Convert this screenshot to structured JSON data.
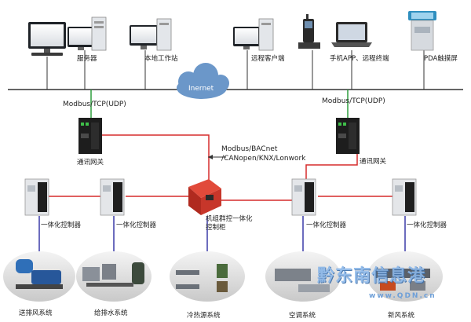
{
  "top_devices": {
    "server": "服务器",
    "local_workstation": "本地工作站",
    "remote_client": "远程客户端",
    "mobile_app": "手机APP、远程终端",
    "pda": "PDA触摸屏"
  },
  "cloud_label": "Inernet",
  "protocol_left": "Modbus/TCP(UDP)",
  "protocol_right": "Modbus/TCP(UDP)",
  "gateway_left": "通讯网关",
  "gateway_right": "通讯网关",
  "bus_protocols": "Modbus/BACnet\n/CANopen/KNX/Lonwork",
  "controller_cabinet": "机组群控一体化\n控制柜",
  "controllers": {
    "c1": "一体化控制器",
    "c2": "一体化控制器",
    "c3": "一体化控制器",
    "c4": "一体化控制器"
  },
  "systems": {
    "supply_exhaust": "送排风系统",
    "water": "给排水系统",
    "heat_cold": "冷热源系统",
    "hvac": "空调系统",
    "fresh_air": "新风系统"
  },
  "watermark": {
    "text": "黔东南信息港",
    "url": "www.QDN.cn"
  },
  "colors": {
    "ethernet": "#2e9e3e",
    "rs485": "#d62b2b",
    "field_bus": "#3a3aa8",
    "backbone": "#333333",
    "cloud": "#6b97c9"
  }
}
